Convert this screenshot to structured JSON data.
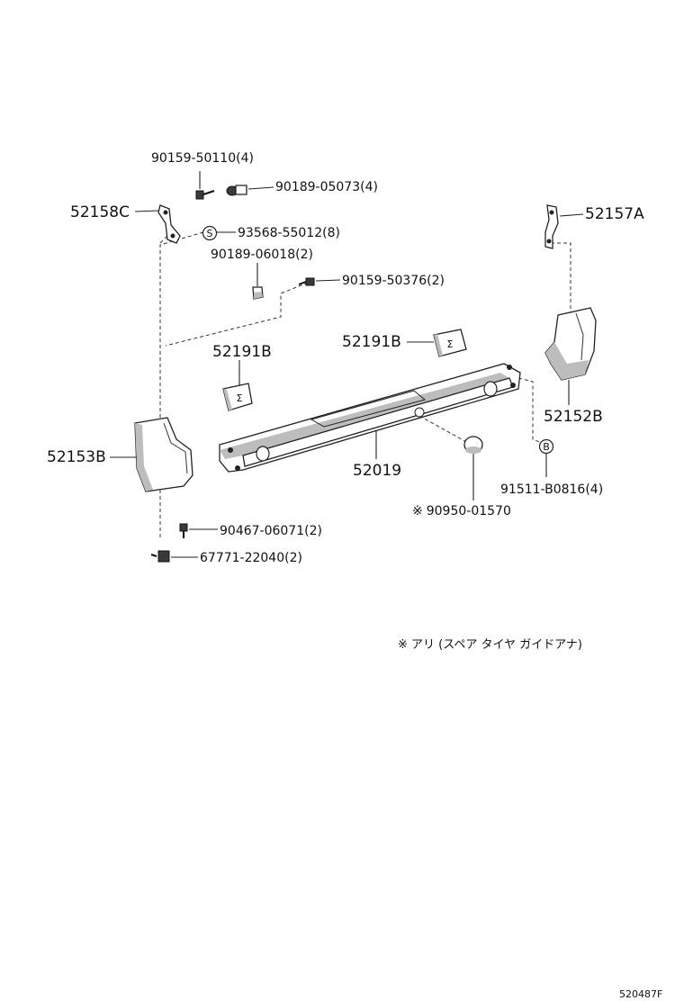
{
  "parts": [
    {
      "id": "p1",
      "number": "90159-50110",
      "qty": "(4)"
    },
    {
      "id": "p2",
      "number": "90189-05073",
      "qty": "(4)"
    },
    {
      "id": "p3",
      "number": "52158C",
      "qty": ""
    },
    {
      "id": "p4",
      "number": "93568-55012",
      "qty": "(8)"
    },
    {
      "id": "p5",
      "number": "90189-06018",
      "qty": "(2)"
    },
    {
      "id": "p6",
      "number": "90159-50376",
      "qty": "(2)"
    },
    {
      "id": "p7",
      "number": "52157A",
      "qty": ""
    },
    {
      "id": "p8",
      "number": "52191B",
      "qty": ""
    },
    {
      "id": "p9",
      "number": "52191B",
      "qty": ""
    },
    {
      "id": "p10",
      "number": "52153B",
      "qty": ""
    },
    {
      "id": "p11",
      "number": "52019",
      "qty": ""
    },
    {
      "id": "p12",
      "number": "52152B",
      "qty": ""
    },
    {
      "id": "p13",
      "number": "91511-B0816",
      "qty": "(4)"
    },
    {
      "id": "p14",
      "number": "90950-01570",
      "qty": "",
      "prefix": "※"
    },
    {
      "id": "p15",
      "number": "90467-06071",
      "qty": "(2)"
    },
    {
      "id": "p16",
      "number": "67771-22040",
      "qty": "(2)"
    }
  ],
  "markers": {
    "s": "S",
    "b": "B",
    "block": "Σ"
  },
  "footnote": "※ アリ (スペア タイヤ ガイドアナ)",
  "drawing_id": "520487F"
}
